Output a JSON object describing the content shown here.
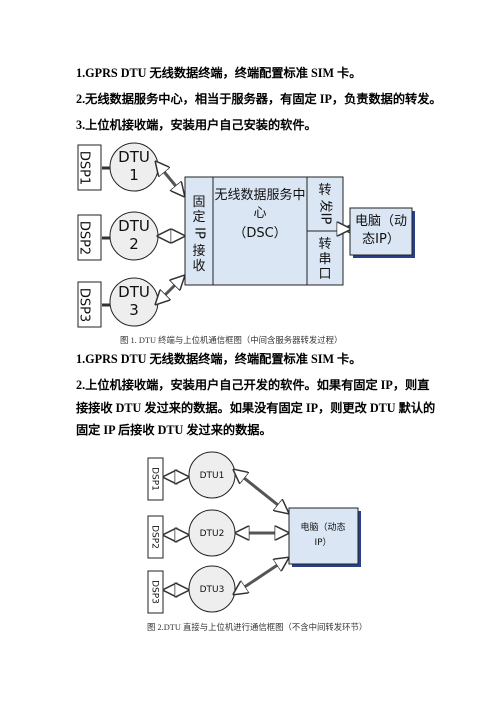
{
  "section1": {
    "line1": "1.GPRS DTU 无线数据终端，终端配置标准 SIM 卡。",
    "line2": "2.无线数据服务中心，相当于服务器，有固定 IP，负责数据的转发。",
    "line3": "3.上位机接收端，安装用户自己安装的软件。"
  },
  "figure1": {
    "dsp1": "DSP1",
    "dsp2": "DSP2",
    "dsp3": "DSP3",
    "dtu1_a": "DTU",
    "dtu1_b": "1",
    "dtu2_a": "DTU",
    "dtu2_b": "2",
    "dtu3_a": "DTU",
    "dtu3_b": "3",
    "fixed_ip_receive": [
      "固",
      "定",
      "IP",
      "接",
      "收"
    ],
    "dsc_line1": "无线数据服务中",
    "dsc_line2": "心",
    "dsc_line3": "（DSC）",
    "forward_ip_line1": "转",
    "forward_ip_line2": "发IP",
    "serial": [
      "转",
      "串",
      "口"
    ],
    "pc_line1": "电脑（动",
    "pc_line2": "态IP）",
    "caption": "图 1. DTU 终端与上位机通信框图（中间含服务器转发过程）"
  },
  "section2": {
    "line1": "1.GPRS DTU 无线数据终端，终端配置标准 SIM 卡。",
    "line2": "2.上位机接收端，安装用户自己开发的软件。如果有固定 IP，则直接接收 DTU 发过来的数据。如果没有固定 IP，则更改 DTU 默认的固定 IP 后接收 DTU 发过来的数据。"
  },
  "figure2": {
    "dsp1": "DSP1",
    "dsp2": "DSP2",
    "dsp3": "DSP3",
    "dtu1": "DTU1",
    "dtu2": "DTU2",
    "dtu3": "DTU3",
    "pc_line1": "电脑（动态",
    "pc_line2": "IP）",
    "caption": "图 2.DTU 直接与上位机进行通信框图（不含中间转发环节）"
  },
  "colors": {
    "box_fill": "#dbe6f5",
    "circle_fill": "#eeeeee",
    "shadow": "#2a3f8a",
    "stroke": "#222222"
  }
}
